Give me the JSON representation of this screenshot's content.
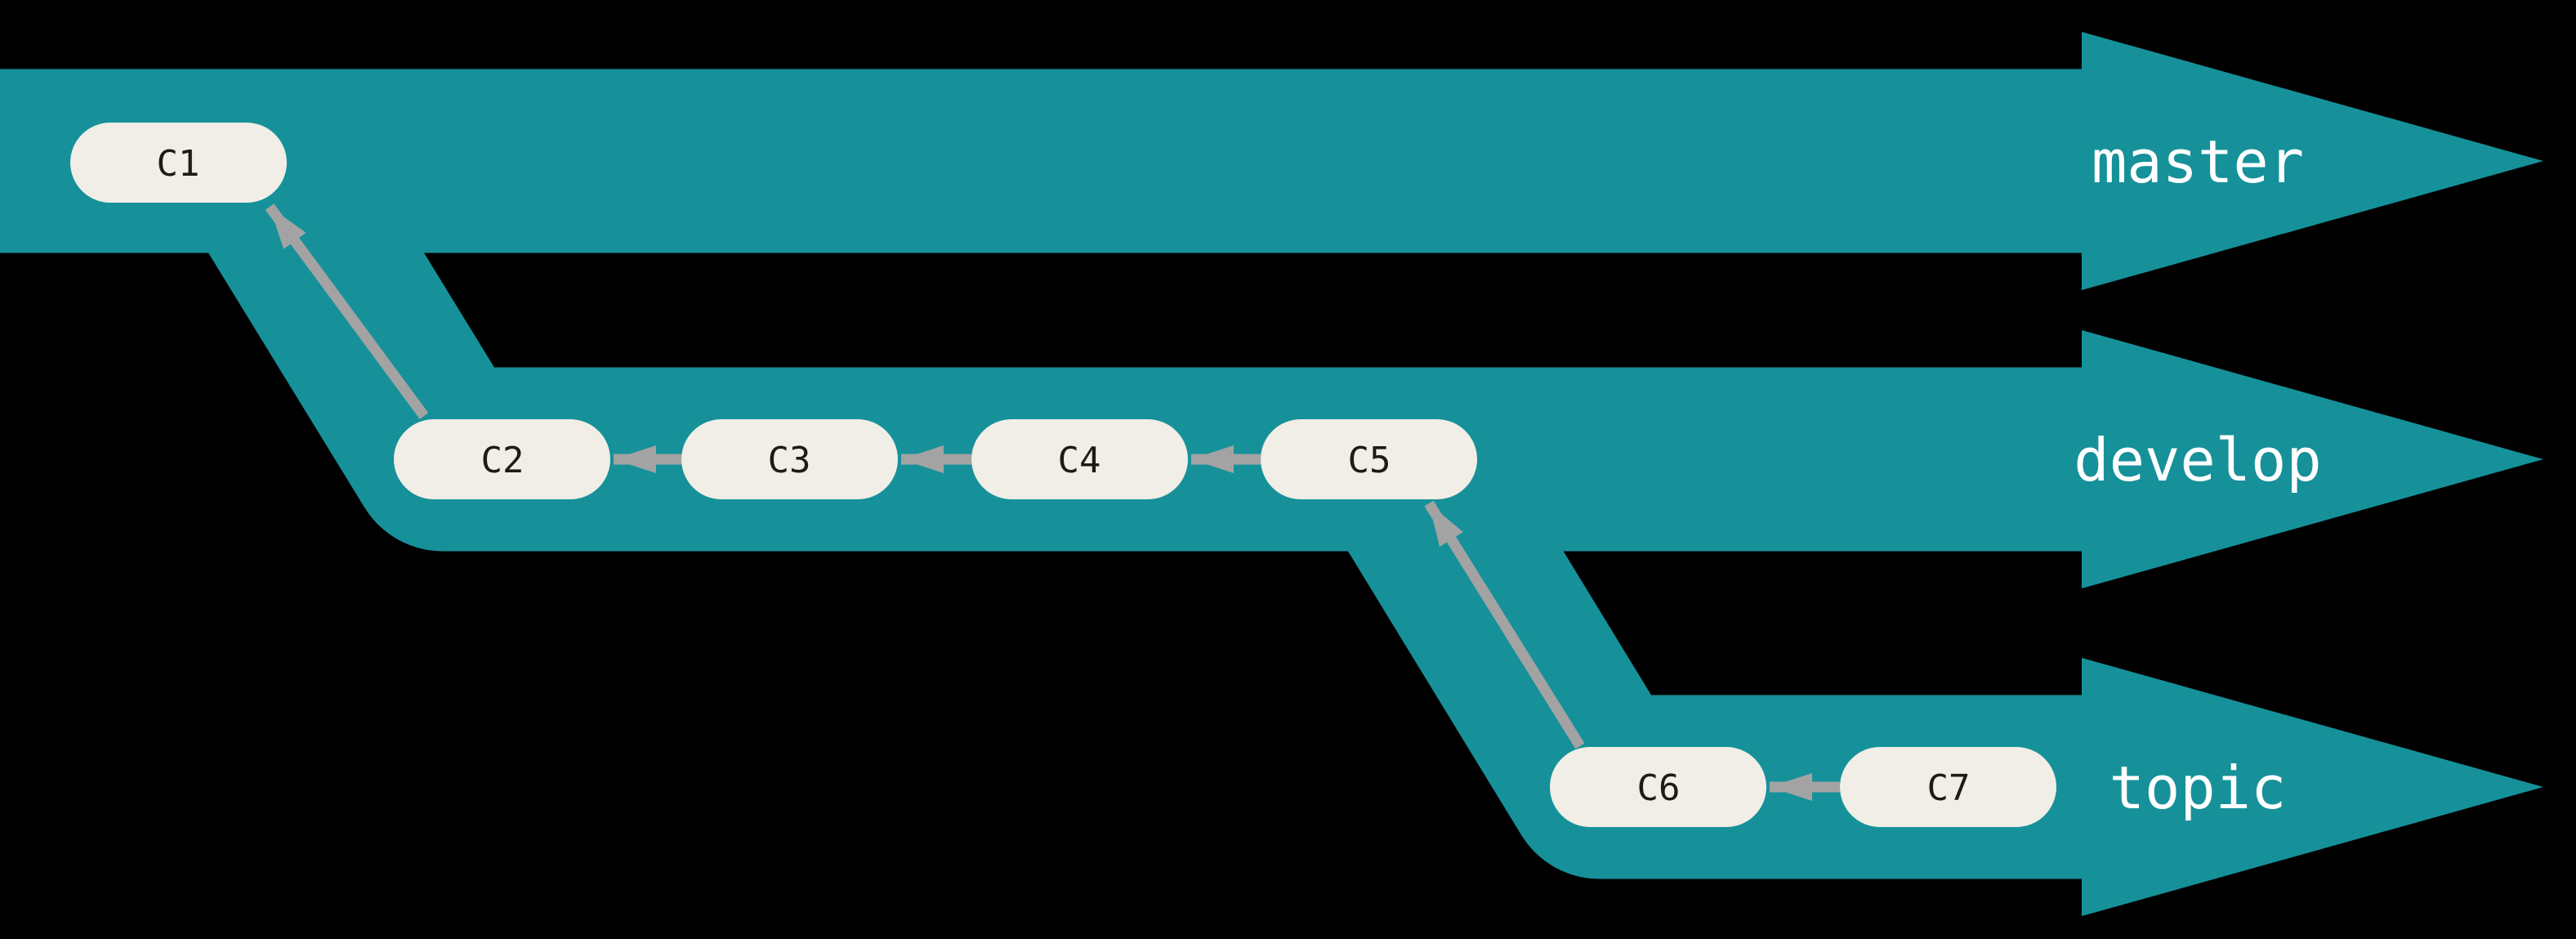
{
  "diagram": {
    "type": "git-branch-graph",
    "description": "Three branch lanes flowing left to right into arrowheads, with commit capsules and parent-pointer arrows"
  },
  "branches": [
    {
      "label": "master",
      "commits": [
        "C1"
      ]
    },
    {
      "label": "develop",
      "commits": [
        "C2",
        "C3",
        "C4",
        "C5"
      ]
    },
    {
      "label": "topic",
      "commits": [
        "C6",
        "C7"
      ]
    }
  ],
  "commits": [
    {
      "id": "C1",
      "label": "C1",
      "branch": "master"
    },
    {
      "id": "C2",
      "label": "C2",
      "branch": "develop"
    },
    {
      "id": "C3",
      "label": "C3",
      "branch": "develop"
    },
    {
      "id": "C4",
      "label": "C4",
      "branch": "develop"
    },
    {
      "id": "C5",
      "label": "C5",
      "branch": "develop"
    },
    {
      "id": "C6",
      "label": "C6",
      "branch": "topic"
    },
    {
      "id": "C7",
      "label": "C7",
      "branch": "topic"
    }
  ],
  "edges": [
    {
      "from": "C2",
      "to": "C1"
    },
    {
      "from": "C3",
      "to": "C2"
    },
    {
      "from": "C4",
      "to": "C3"
    },
    {
      "from": "C5",
      "to": "C4"
    },
    {
      "from": "C6",
      "to": "C5"
    },
    {
      "from": "C7",
      "to": "C6"
    }
  ],
  "colors": {
    "background": "#000000",
    "branch": "#16919A",
    "node_fill": "#F0EEE6",
    "node_text": "#1C1B17",
    "arrow": "#A3A3A3",
    "branch_label": "#FFFFFF"
  }
}
